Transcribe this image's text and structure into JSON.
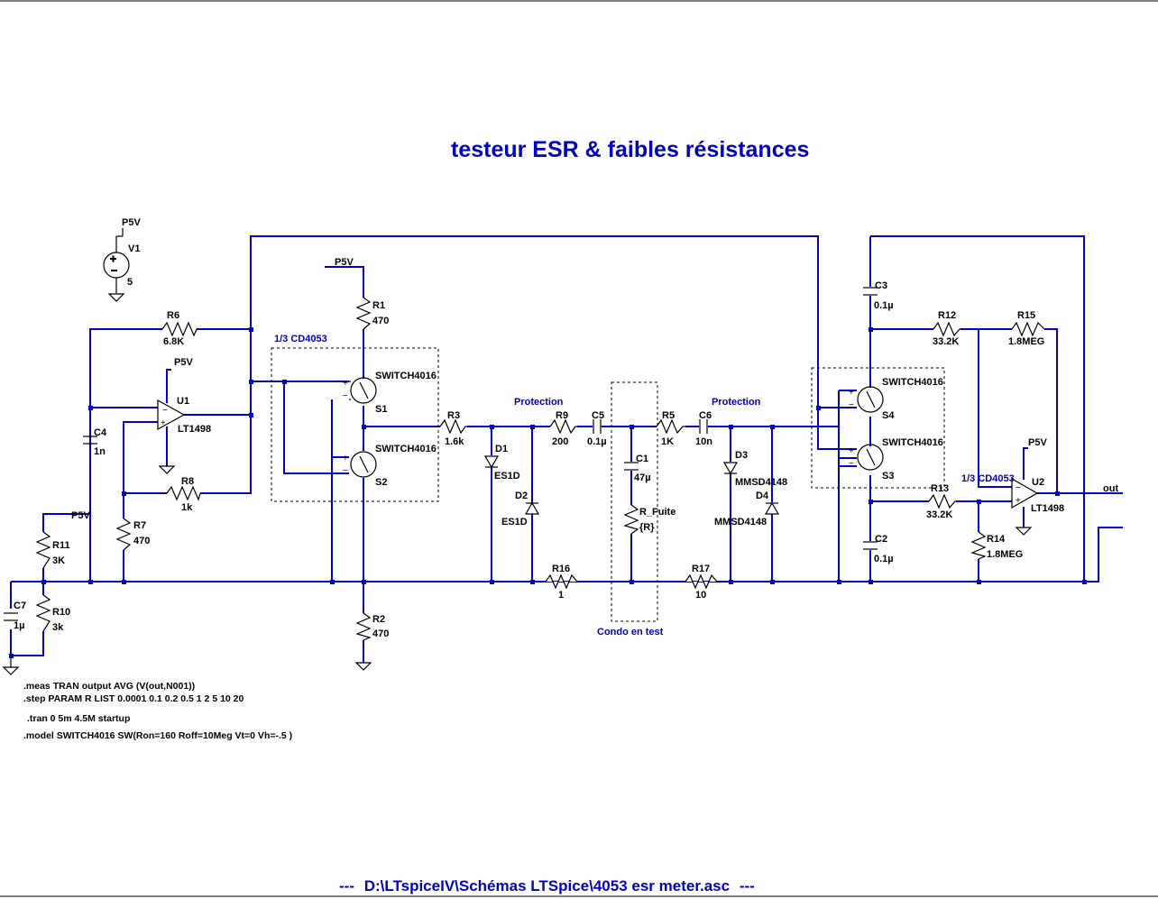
{
  "title": "testeur ESR & faibles résistances",
  "footer": {
    "dashes_left": "---",
    "path": "D:\\LTspiceIV\\Schémas LTSpice\\4053 esr meter.asc",
    "dashes_right": "---"
  },
  "labels": {
    "p5v": "P5V",
    "v1": "V1",
    "v1_val": "5",
    "r1": "R1",
    "r1_val": "470",
    "r2": "R2",
    "r2_val": "470",
    "r3": "R3",
    "r3_val": "1.6k",
    "r5": "R5",
    "r5_val": "1K",
    "r6": "R6",
    "r6_val": "6.8K",
    "r7": "R7",
    "r7_val": "470",
    "r8": "R8",
    "r8_val": "1k",
    "r9": "R9",
    "r9_val": "200",
    "r10": "R10",
    "r10_val": "3k",
    "r11": "R11",
    "r11_val": "3K",
    "r12": "R12",
    "r12_val": "33.2K",
    "r13": "R13",
    "r13_val": "33.2K",
    "r14": "R14",
    "r14_val": "1.8MEG",
    "r15": "R15",
    "r15_val": "1.8MEG",
    "r16": "R16",
    "r16_val": "1",
    "r17": "R17",
    "r17_val": "10",
    "rfuite": "R_Fuite",
    "rfuite_val": "{R}",
    "c1": "C1",
    "c1_val": "47µ",
    "c2": "C2",
    "c2_val": "0.1µ",
    "c3": "C3",
    "c3_val": "0.1µ",
    "c4": "C4",
    "c4_val": "1n",
    "c5": "C5",
    "c5_val": "0.1µ",
    "c6": "C6",
    "c6_val": "10n",
    "c7": "C7",
    "c7_val": "1µ",
    "d1": "D1",
    "d1_val": "ES1D",
    "d2": "D2",
    "d2_val": "ES1D",
    "d3": "D3",
    "d3_val": "MMSD4148",
    "d4": "D4",
    "d4_val": "MMSD4148",
    "u1": "U1",
    "u1_val": "LT1498",
    "u2": "U2",
    "u2_val": "LT1498",
    "s1": "S1",
    "s2": "S2",
    "s3": "S3",
    "s4": "S4",
    "switch": "SWITCH4016",
    "cd4053_left": "1/3 CD4053",
    "cd4053_right": "1/3 CD4053",
    "protection_left": "Protection",
    "protection_right": "Protection",
    "condo": "Condo en test",
    "out": "out",
    "plus": "+",
    "minus": "−"
  },
  "directives": [
    ".meas TRAN output  AVG (V(out,N001))",
    ".step PARAM R LIST 0.0001 0.1 0.2  0.5 1  2 5 10 20",
    ".tran 0 5m 4.5M startup",
    ".model SWITCH4016 SW(Ron=160 Roff=10Meg Vt=0 Vh=-.5 )"
  ],
  "colors": {
    "wire": "#0000c0",
    "component": "#000000",
    "title": "#0000c0",
    "dashed_box": "#000000"
  }
}
